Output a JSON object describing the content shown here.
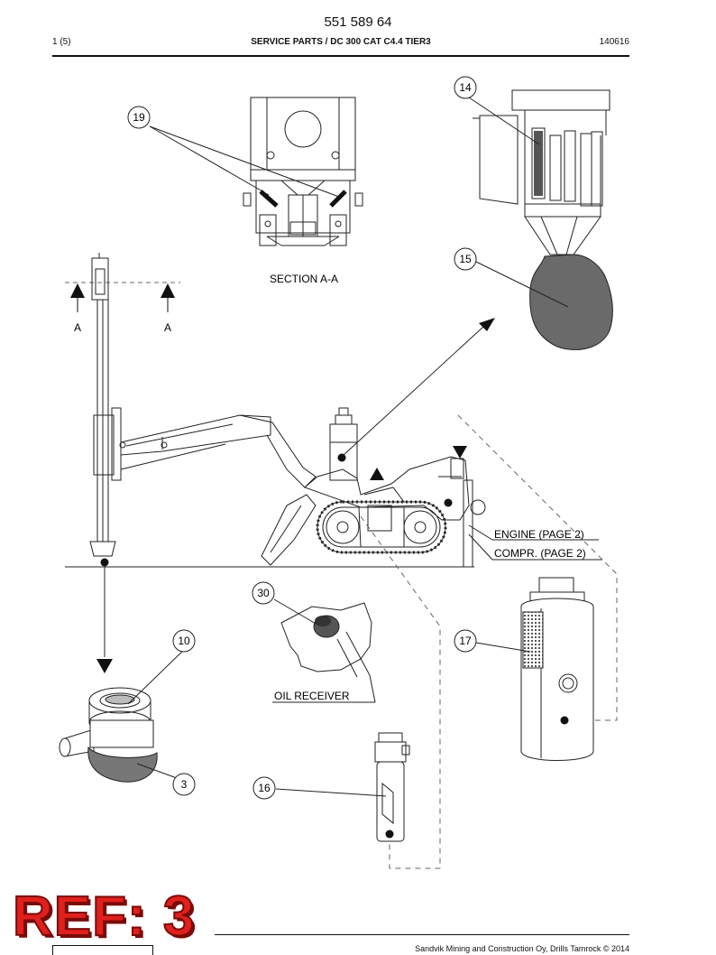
{
  "header": {
    "document_number": "551 589 64",
    "page": "1 (5)",
    "title": "SERVICE PARTS / DC 300 CAT C4.4 TIER3",
    "date_code": "140616"
  },
  "labels": {
    "section": "SECTION A-A",
    "section_marker_left": "A",
    "section_marker_right": "A",
    "engine": "ENGINE (PAGE 2)",
    "compressor": "COMPR. (PAGE 2)",
    "oil_receiver": "OIL RECEIVER"
  },
  "callouts": {
    "c14": "14",
    "c19": "19",
    "c15": "15",
    "c30": "30",
    "c10": "10",
    "c17": "17",
    "c3": "3",
    "c16": "16"
  },
  "watermark": {
    "text": "REF: 3",
    "color": "#e0201c"
  },
  "footer": {
    "text": "Sandvik Mining and Construction Oy, Drills Tamrock © 2014"
  }
}
